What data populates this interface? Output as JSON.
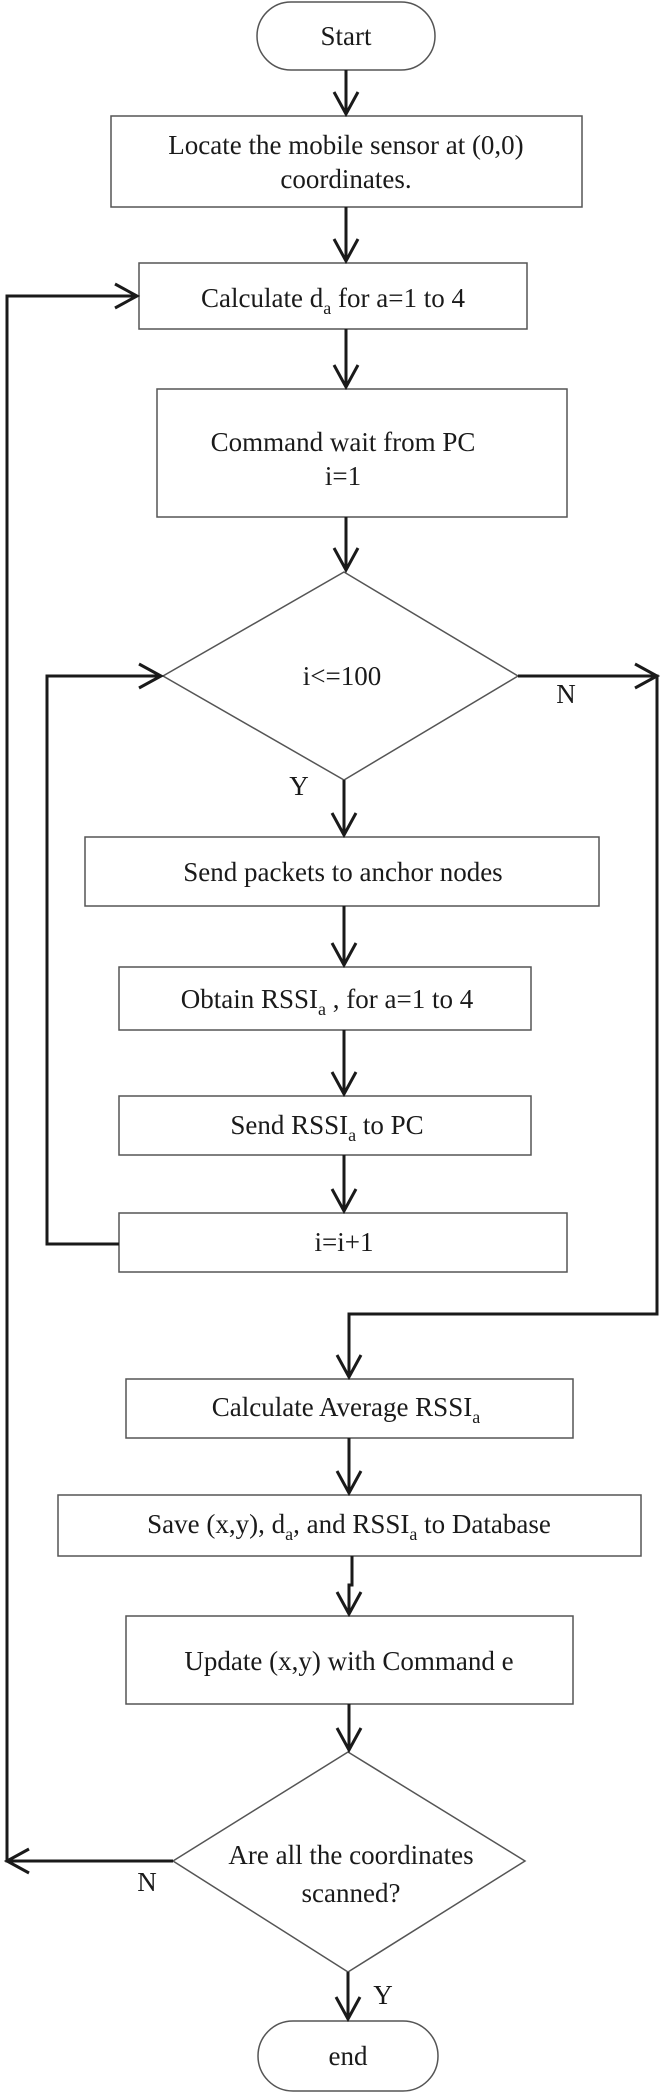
{
  "flowchart": {
    "start": "Start",
    "locate": {
      "line1": "Locate the mobile sensor at (0,0)",
      "line2": "coordinates."
    },
    "calc_d": {
      "pre": "Calculate d",
      "sub": "a",
      "post": " for a=1 to 4"
    },
    "command_wait": {
      "line1": "Command wait from PC",
      "line2": "i=1"
    },
    "loop_condition": "i<=100",
    "loop_yes": "Y",
    "loop_no": "N",
    "send_packets": "Send packets to anchor nodes",
    "obtain_rssi": {
      "pre": "Obtain RSSI",
      "sub": "a",
      "post": " , for a=1 to 4"
    },
    "send_rssi": {
      "pre": "Send RSSI",
      "sub": "a",
      "post": " to PC"
    },
    "increment": "i=i+1",
    "calc_avg": {
      "pre": "Calculate Average RSSI",
      "sub": "a"
    },
    "save": {
      "pre": "Save (x,y), d",
      "sub1": "a",
      "mid": ", and  RSSI",
      "sub2": "a",
      "post": " to Database"
    },
    "update": "Update (x,y) with Command e",
    "scan_condition": {
      "line1": "Are all the coordinates",
      "line2": "scanned?"
    },
    "scan_no": "N",
    "scan_yes": "Y",
    "end": "end"
  }
}
